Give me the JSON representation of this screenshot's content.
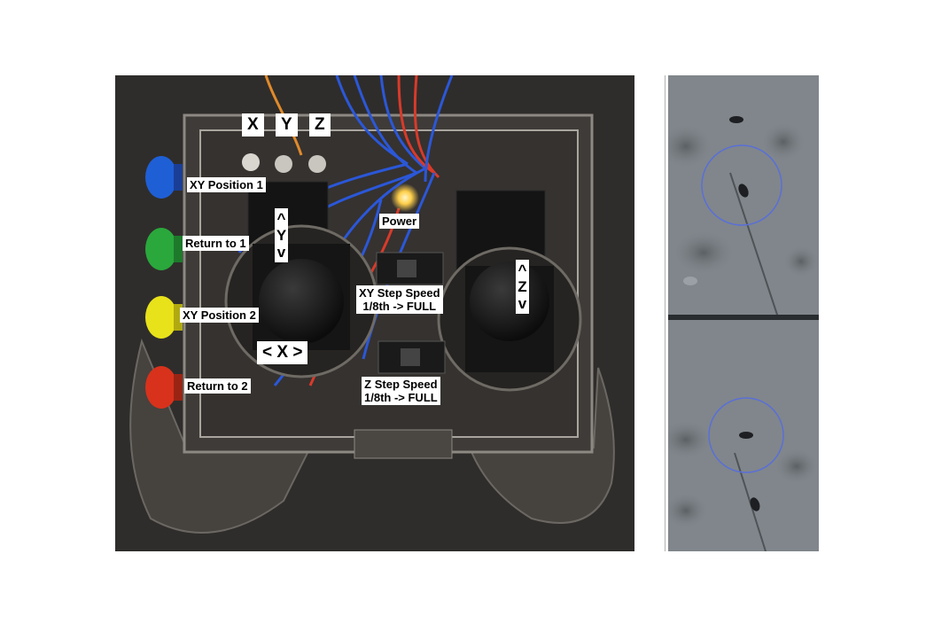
{
  "figure": {
    "panel_left": {
      "axis_labels": {
        "x": "X",
        "y": "Y",
        "z": "Z"
      },
      "buttons": {
        "blue": "XY Position 1",
        "green": "Return to 1",
        "yellow": "XY Position 2",
        "red": "Return to 2"
      },
      "power": "Power",
      "xy_switch": {
        "line1": "XY Step Speed",
        "line2": "1/8th -> FULL"
      },
      "z_switch": {
        "line1": "Z Step Speed",
        "line2": "1/8th -> FULL"
      },
      "joystick_left": {
        "y_up": "^",
        "y_label": "Y",
        "y_down": "v",
        "x_label": "< X >"
      },
      "joystick_right": {
        "z_up": "^",
        "z_label": "Z",
        "z_down": "v"
      },
      "colors": {
        "blue_button": "#1f5fd6",
        "green_button": "#2aa83c",
        "yellow_button": "#e8e21a",
        "red_button": "#d8321c",
        "led_glow": "#ffcf4a"
      }
    },
    "panel_right": {
      "images": [
        "micrograph-before",
        "micrograph-after"
      ],
      "overlay_circle_color": "#5a6fd8"
    }
  }
}
